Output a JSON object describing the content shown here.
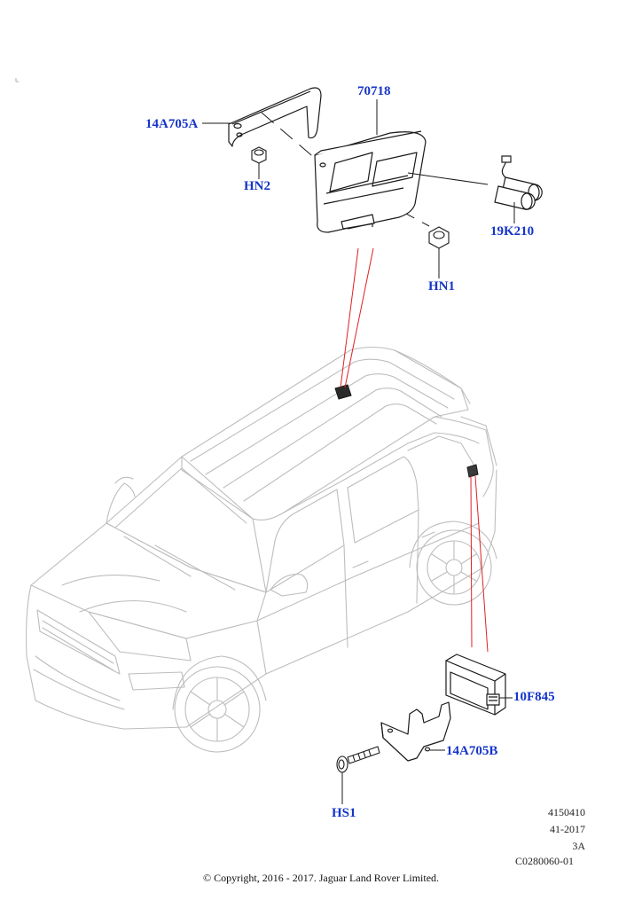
{
  "callouts": {
    "bracket_a": "14A705A",
    "module_main": "70718",
    "nut_hn2": "HN2",
    "battery": "19K210",
    "nut_hn1": "HN1",
    "module_rear": "10F845",
    "bracket_b": "14A705B",
    "screw_hs1": "HS1"
  },
  "meta": {
    "part_id": "4150410",
    "section": "41-2017",
    "revision": "3A",
    "image_code": "C0280060-01"
  },
  "copyright": "© Copyright, 2016 - 2017. Jaguar Land Rover Limited.",
  "colors": {
    "callout_text": "#1535c8",
    "leader_red": "#e02020",
    "part_line": "#1a1a1a",
    "vehicle_line": "#b8b8b8"
  }
}
